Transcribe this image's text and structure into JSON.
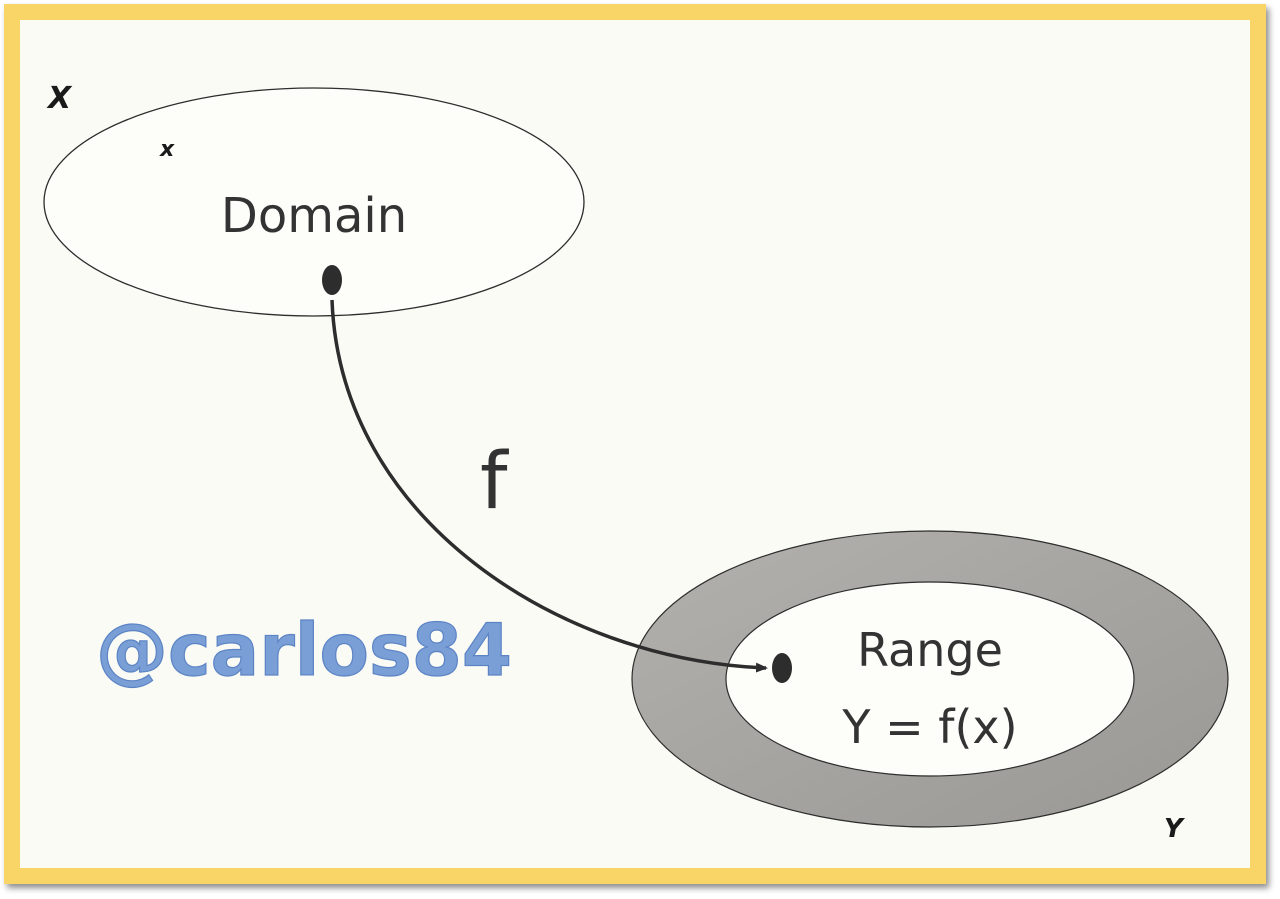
{
  "domain_set": {
    "set_label": "X",
    "element_label": "x",
    "title": "Domain"
  },
  "range_set": {
    "set_label": "Y",
    "title": "Range",
    "formula": "Y = f(x)"
  },
  "mapping": {
    "label": "f"
  },
  "watermark": {
    "text": "@carlos84"
  },
  "colors": {
    "frame": "#f9d567",
    "background": "#fbfbf6",
    "codomain_fill": "#a8a6a2",
    "watermark": "#7a9fd6"
  }
}
